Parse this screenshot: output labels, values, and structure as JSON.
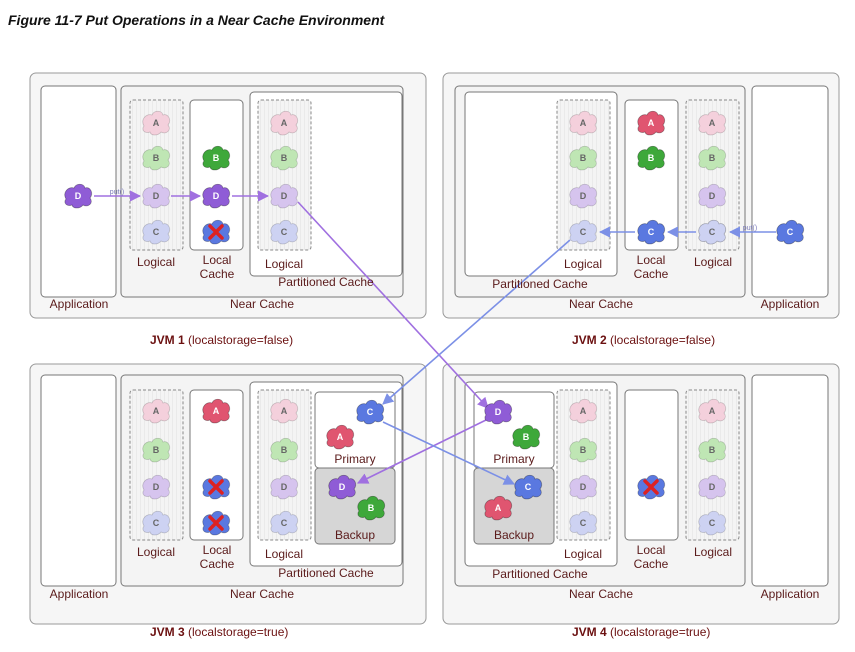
{
  "caption": "Figure 11-7 Put Operations in a Near Cache Environment",
  "labels": {
    "application": "Application",
    "near_cache": "Near Cache",
    "partitioned_cache": "Partitioned Cache",
    "logical": "Logical",
    "local": "Local",
    "cache": "Cache",
    "primary": "Primary",
    "backup": "Backup",
    "put": "put()"
  },
  "jvms": [
    {
      "name": "JVM 1",
      "setting": "(localstorage=false)"
    },
    {
      "name": "JVM 2",
      "setting": "(localstorage=false)"
    },
    {
      "name": "JVM 3",
      "setting": "(localstorage=true)"
    },
    {
      "name": "JVM 4",
      "setting": "(localstorage=true)"
    }
  ],
  "blob_letters": [
    "A",
    "B",
    "D",
    "C"
  ],
  "colors": {
    "A_faded": "#f4d0dc",
    "A_strong": "#e05570",
    "B_faded": "#bfe6b4",
    "B_strong": "#3ea83a",
    "C_faded": "#cdd2f2",
    "C_strong": "#5a78e0",
    "D_faded": "#d6c4ee",
    "D_strong": "#8f5cd6",
    "arrow_purple": "#a070e0",
    "arrow_blue": "#7c90e6",
    "removed_mark": "#dd2222"
  }
}
